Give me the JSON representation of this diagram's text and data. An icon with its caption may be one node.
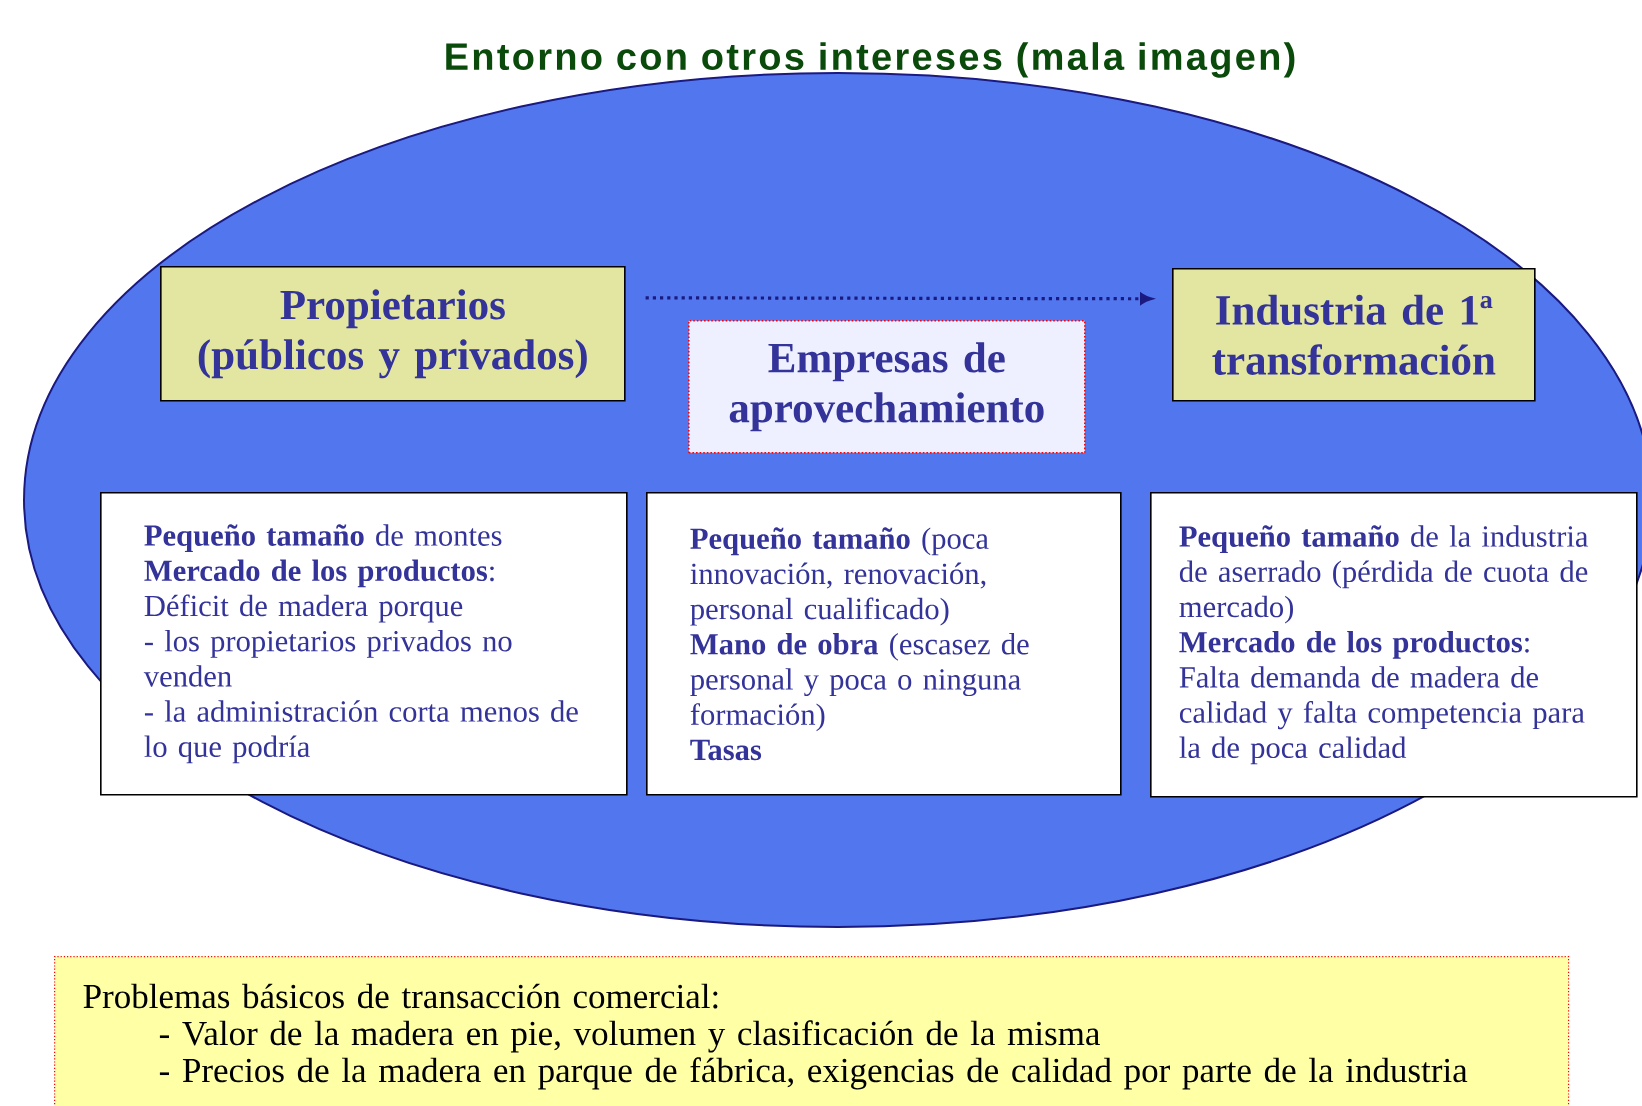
{
  "diagram": {
    "nodes": [
      {
        "text": [
          "Entorno con otros intereses (mala imagen)"
        ]
      },
      {
        "text": [
          "Propietarios (públicos y privados)"
        ],
        "in": 0
      },
      {
        "text": [
          "Empresas de aprovechamiento"
        ],
        "in": 0
      },
      {
        "text": [
          "Industria de 1ª transformación"
        ],
        "in": 0
      },
      {
        "text": [
          "**Pequeño tamaño** de montes",
          "**Mercado de los productos**:",
          "Déficit de madera porque",
          "- los propietarios privados no venden",
          "- la administración corta menos de lo que podría"
        ],
        "in": 0
      },
      {
        "text": [
          "**Pequeño tamaño** (poca innovación, renovación, personal cualificado)",
          "**Mano de obra** (escasez de personal y poca o ninguna formación)",
          "**Tasas**"
        ],
        "in": 0
      },
      {
        "text": [
          "**Pequeño tamaño** de la industria de aserrado (pérdida de cuota de mercado)",
          "**Mercado de los productos**:",
          "Falta demanda de madera de calidad y falta competencia para la de poca calidad"
        ],
        "in": 0
      },
      {
        "text": [
          "Problemas básicos de transacción comercial:",
          "- Valor de la madera en pie, volumen y clasificación de la misma",
          "- Precios de la madera en parque de fábrica, exigencias de calidad por parte de la industria"
        ]
      }
    ],
    "edges": [
      {
        "from": 1,
        "to": 3,
        "arrow": "to",
        "style": "dashed"
      }
    ]
  }
}
